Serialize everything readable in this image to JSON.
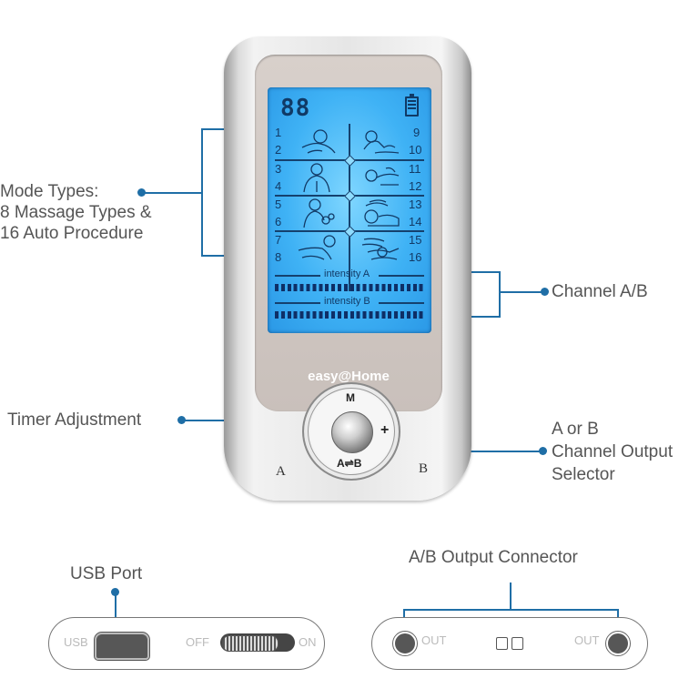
{
  "callouts": {
    "mode_types": [
      "Mode Types:",
      "8 Massage Types &",
      "16 Auto Procedure"
    ],
    "channel_ab": "Channel A/B",
    "timer": "Timer Adjustment",
    "selector": [
      "A or B",
      "Channel Output",
      "Selector"
    ],
    "usb_port": "USB Port",
    "output_connector": "A/B Output Connector"
  },
  "lcd": {
    "digits": "88",
    "battery_icon": "battery-full-icon",
    "left_numbers": [
      "1",
      "2",
      "3",
      "4",
      "5",
      "6",
      "7",
      "8"
    ],
    "right_numbers": [
      "9",
      "10",
      "11",
      "12",
      "13",
      "14",
      "15",
      "16"
    ],
    "intensity_a": "intensity A",
    "intensity_b": "intensity B",
    "mode_icons": [
      "neck-massage-icon",
      "back-massage-icon",
      "shoulder-massage-icon",
      "arm-massage-icon",
      "foot-massage-icon",
      "lower-back-massage-icon",
      "face-massage-icon",
      "leg-massage-icon"
    ]
  },
  "device": {
    "brand": "easy@Home",
    "dial": {
      "top": "M",
      "right": "+",
      "bottom": "A⇌B"
    },
    "port_a": "A",
    "port_b": "B"
  },
  "side_view": {
    "usb_label": "USB",
    "off_label": "OFF",
    "on_label": "ON",
    "out_left": "OUT",
    "out_right": "OUT"
  },
  "colors": {
    "callout": "#1f6ea6",
    "lcd": "#3fb2f5"
  }
}
